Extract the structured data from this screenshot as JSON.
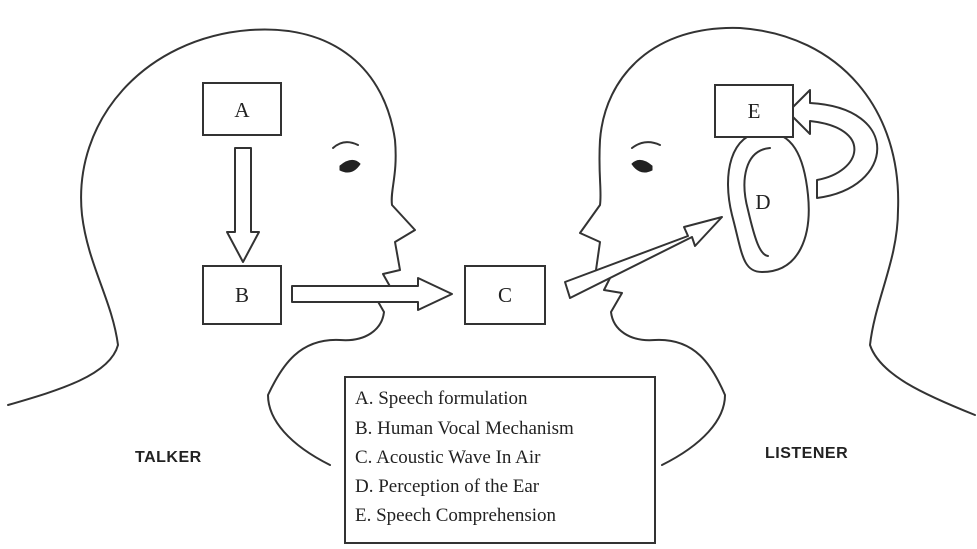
{
  "boxes": {
    "a": "A",
    "b": "B",
    "c": "C",
    "d": "D",
    "e": "E"
  },
  "legend": [
    "A. Speech formulation",
    "B. Human Vocal Mechanism",
    "C. Acoustic Wave In Air",
    "D. Perception of the Ear",
    "E. Speech Comprehension"
  ],
  "people": {
    "talker": "TALKER",
    "listener": "LISTENER"
  }
}
